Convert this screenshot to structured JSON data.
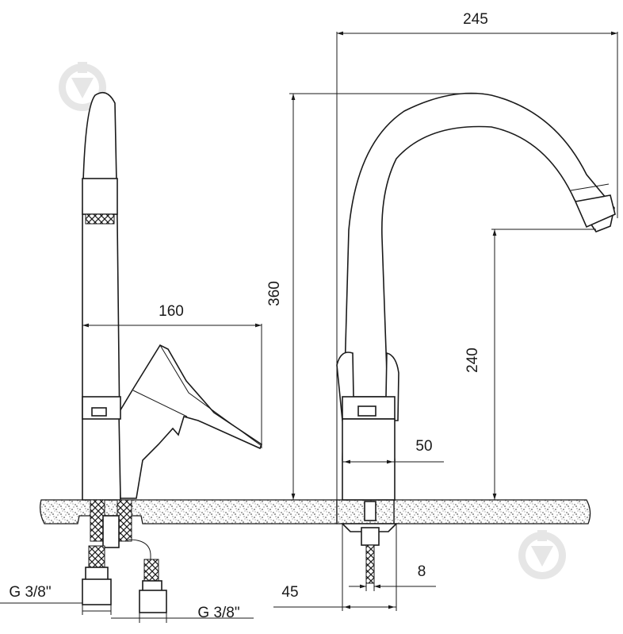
{
  "dimensions": {
    "total_reach": "245",
    "total_height": "360",
    "spout_height": "240",
    "lever_length": "160",
    "body_diameter": "50",
    "mount_width": "45",
    "stud_diameter": "8",
    "hose_thread_left": "G 3/8\"",
    "hose_thread_right": "G 3/8\""
  },
  "colors": {
    "line": "#1a1a1a",
    "worktop_fill": "#d9d9d9",
    "watermark": "#e6e6e6"
  },
  "icons": [
    "watermark-logo-icon"
  ]
}
